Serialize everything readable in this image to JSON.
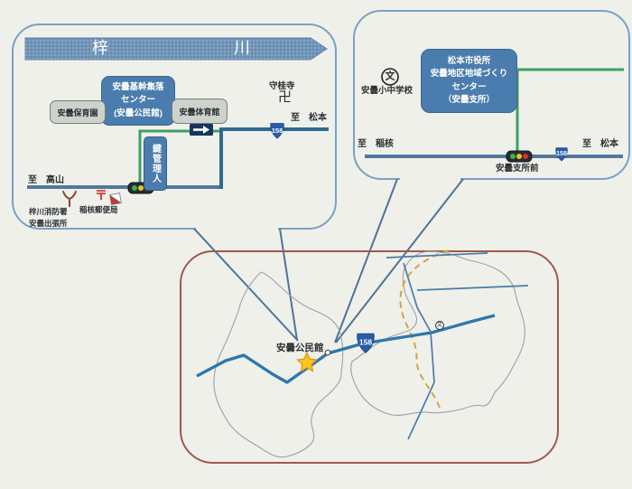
{
  "left_callout": {
    "river": {
      "char1": "梓",
      "char2": "川"
    },
    "facility": {
      "line1": "安曇基幹集落",
      "line2": "センター",
      "line3": "(安曇公民館)"
    },
    "nursery": "安曇保育園",
    "gym": "安曇体育館",
    "temple": {
      "name": "守桂寺",
      "symbol": "卍"
    },
    "to_matsumoto": "至　松本",
    "to_takayama": "至　高山",
    "route_badge": "158",
    "key_keeper": "鍵管理人",
    "fire_station": {
      "line1": "梓川消防署",
      "line2": "安曇出張所"
    },
    "post_office": {
      "label": "稲核郵便局",
      "symbol": "〒"
    }
  },
  "right_callout": {
    "school": {
      "label": "安曇小中学校",
      "symbol": "文"
    },
    "office": {
      "line1": "松本市役所",
      "line2": "安曇地区地域づくり",
      "line3": "センター",
      "line4": "（安曇支所）"
    },
    "to_inekoki": "至　稲核",
    "to_matsumoto": "至　松本",
    "signal_name": "安曇支所前",
    "route_badge": "158"
  },
  "map": {
    "hall_label": "安曇公民館",
    "route_badge": "158",
    "school_symbol": "文"
  },
  "colors": {
    "background": "#eff0ea",
    "callout_border": "#7aa0c4",
    "river_banner": "#6e94b8",
    "facility_box": "#4a7dad",
    "gray_box": "#ced2cd",
    "main_road": "#2c6b8e",
    "secondary_road": "#51779e",
    "green_road": "#3f9f62",
    "route_shield": "#2a5caa",
    "map_border": "#a0584e",
    "boundary_outline": "#98a2a8",
    "dashed_path": "#d8a33f",
    "star": "#f7c71f",
    "signal_green": "#3cb24a",
    "signal_yellow": "#e7c324",
    "signal_red": "#d93025",
    "post_red": "#cc3128"
  }
}
